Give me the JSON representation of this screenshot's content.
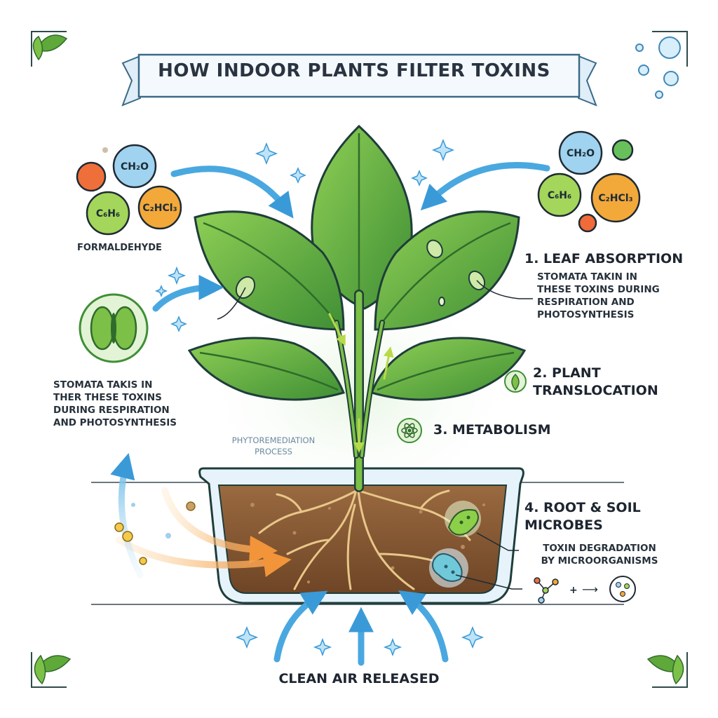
{
  "title": "HOW INDOOR PLANTS FILTER TOXINS",
  "molecules_left": [
    "CH₂O",
    "C₆H₆",
    "C₂HCl₃"
  ],
  "molecules_right": [
    "CH₂O",
    "C₆H₆",
    "C₂HCl₃"
  ],
  "label_formaldehyde": "FORMALDEHYDE",
  "stomata_left": [
    "STOMATA TAKIS IN",
    "THER THESE TOXINS",
    "DURING RESPIRATION",
    "AND PHOTOSYNTHESIS"
  ],
  "process_label": [
    "PHYTOREMEDIATION",
    "PROCESS"
  ],
  "steps": {
    "leaf": {
      "title": "1. LEAF ABSORPTION",
      "desc": [
        "STOMATA TAKIN IN",
        "THESE  TOXINS DURING",
        "RESPIRATION AND",
        "PHOTOSYNTHESIS"
      ]
    },
    "translocation": {
      "title": [
        "2. PLANT",
        "TRANSLOCATION"
      ]
    },
    "metabolism": {
      "title": "3. METABOLISM"
    },
    "root": {
      "title": [
        "4. ROOT & SOIL",
        "MICROBES"
      ],
      "desc": [
        "TOXIN DEGRADATION",
        "BY MICROORGANISMS"
      ]
    }
  },
  "reaction_symbols": [
    "+",
    "⟶"
  ],
  "bottom_label": "CLEAN AIR RELEASED",
  "colors": {
    "leaf": "#5fa83a",
    "leaf_dark": "#2f6b2a",
    "arrow_blue": "#4aa8e0",
    "arrow_orange": "#f2943a",
    "soil": "#8a5a34",
    "outline": "#1f3d3a"
  }
}
